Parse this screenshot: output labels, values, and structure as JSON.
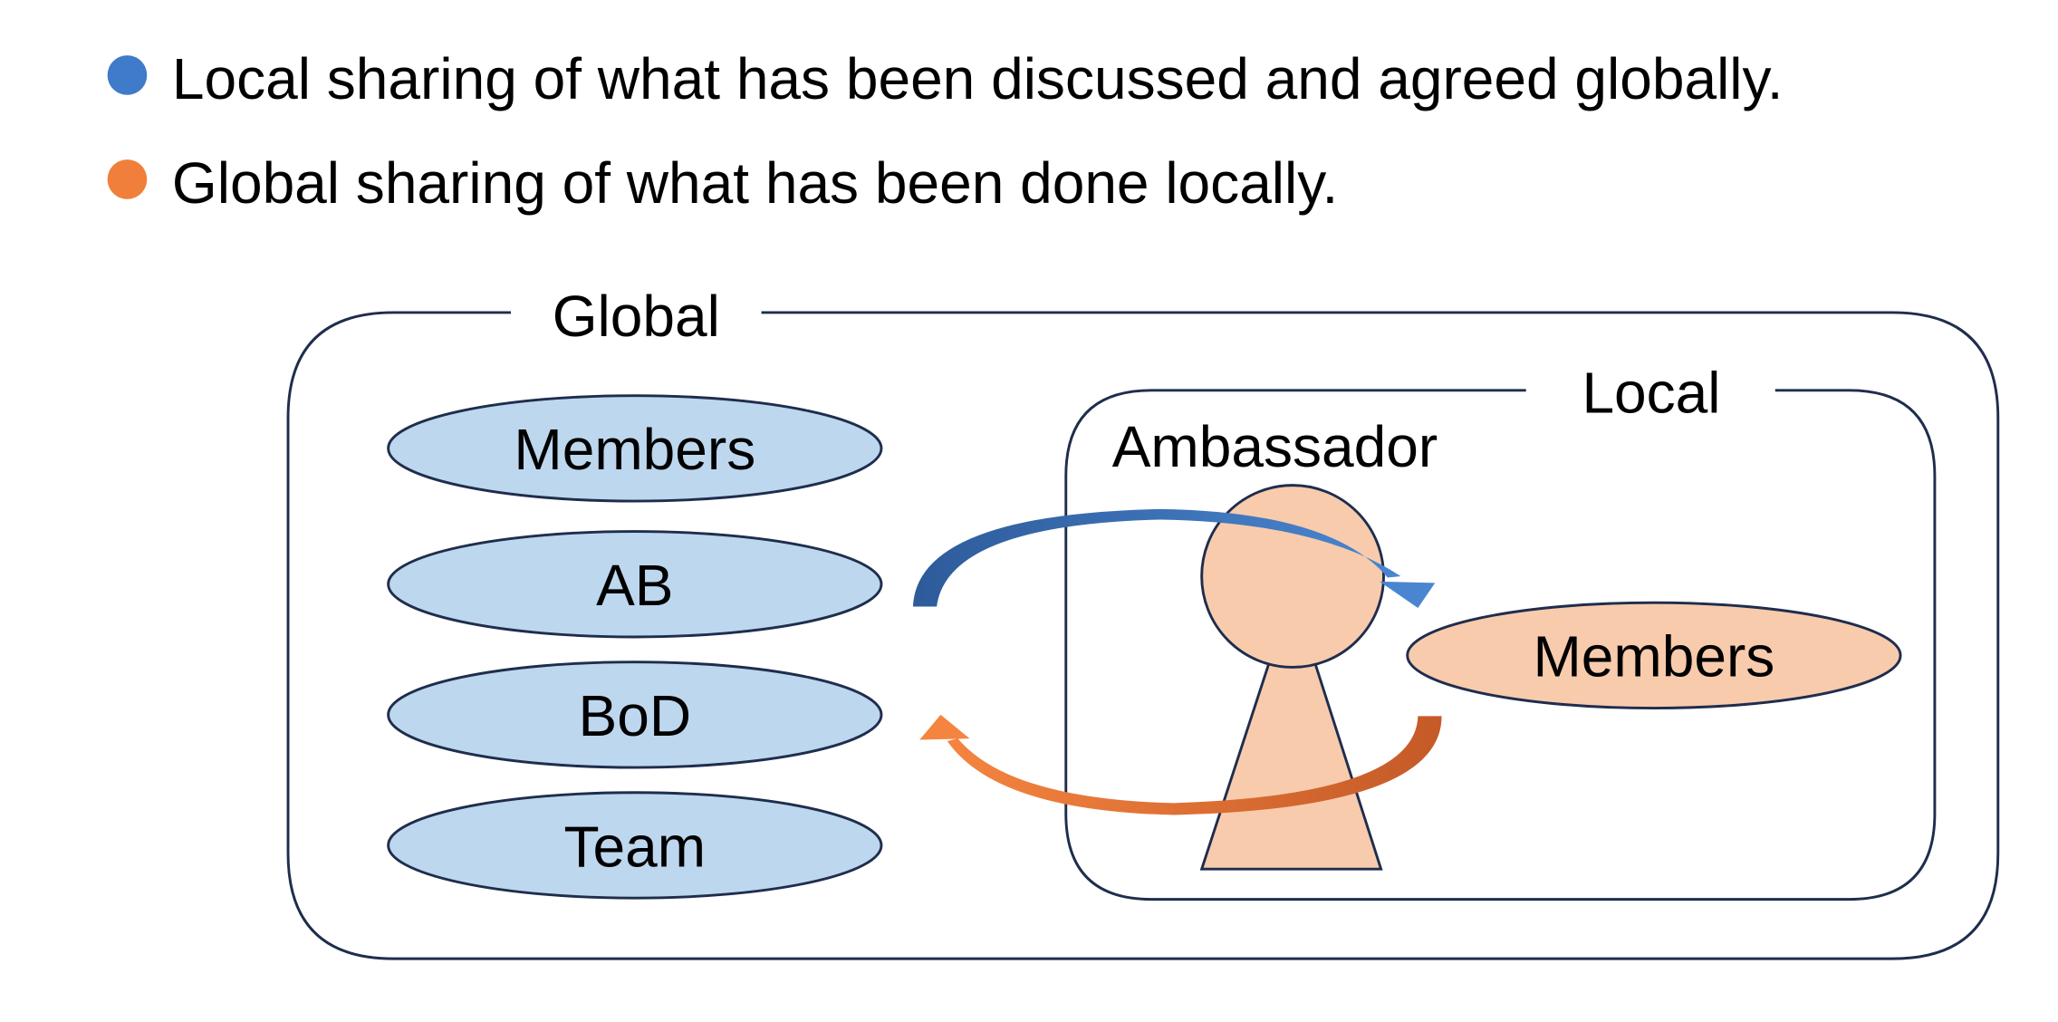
{
  "bullets": [
    {
      "text": "Local sharing of what has been discussed and agreed globally.",
      "color": "#3F7BC8"
    },
    {
      "text": "Global sharing of what has been done locally.",
      "color": "#F07F3C"
    }
  ],
  "global": {
    "label": "Global",
    "groups": [
      "Members",
      "AB",
      "BoD",
      "Team"
    ]
  },
  "local": {
    "label": "Local",
    "ambassador_label": "Ambassador",
    "members_label": "Members"
  },
  "colors": {
    "global_fill": "#BDD7EE",
    "local_fill": "#F8CBAD",
    "outline": "#1F2D4D",
    "blue_arrow": "#3F7BC8",
    "orange_arrow": "#F07F3C"
  }
}
